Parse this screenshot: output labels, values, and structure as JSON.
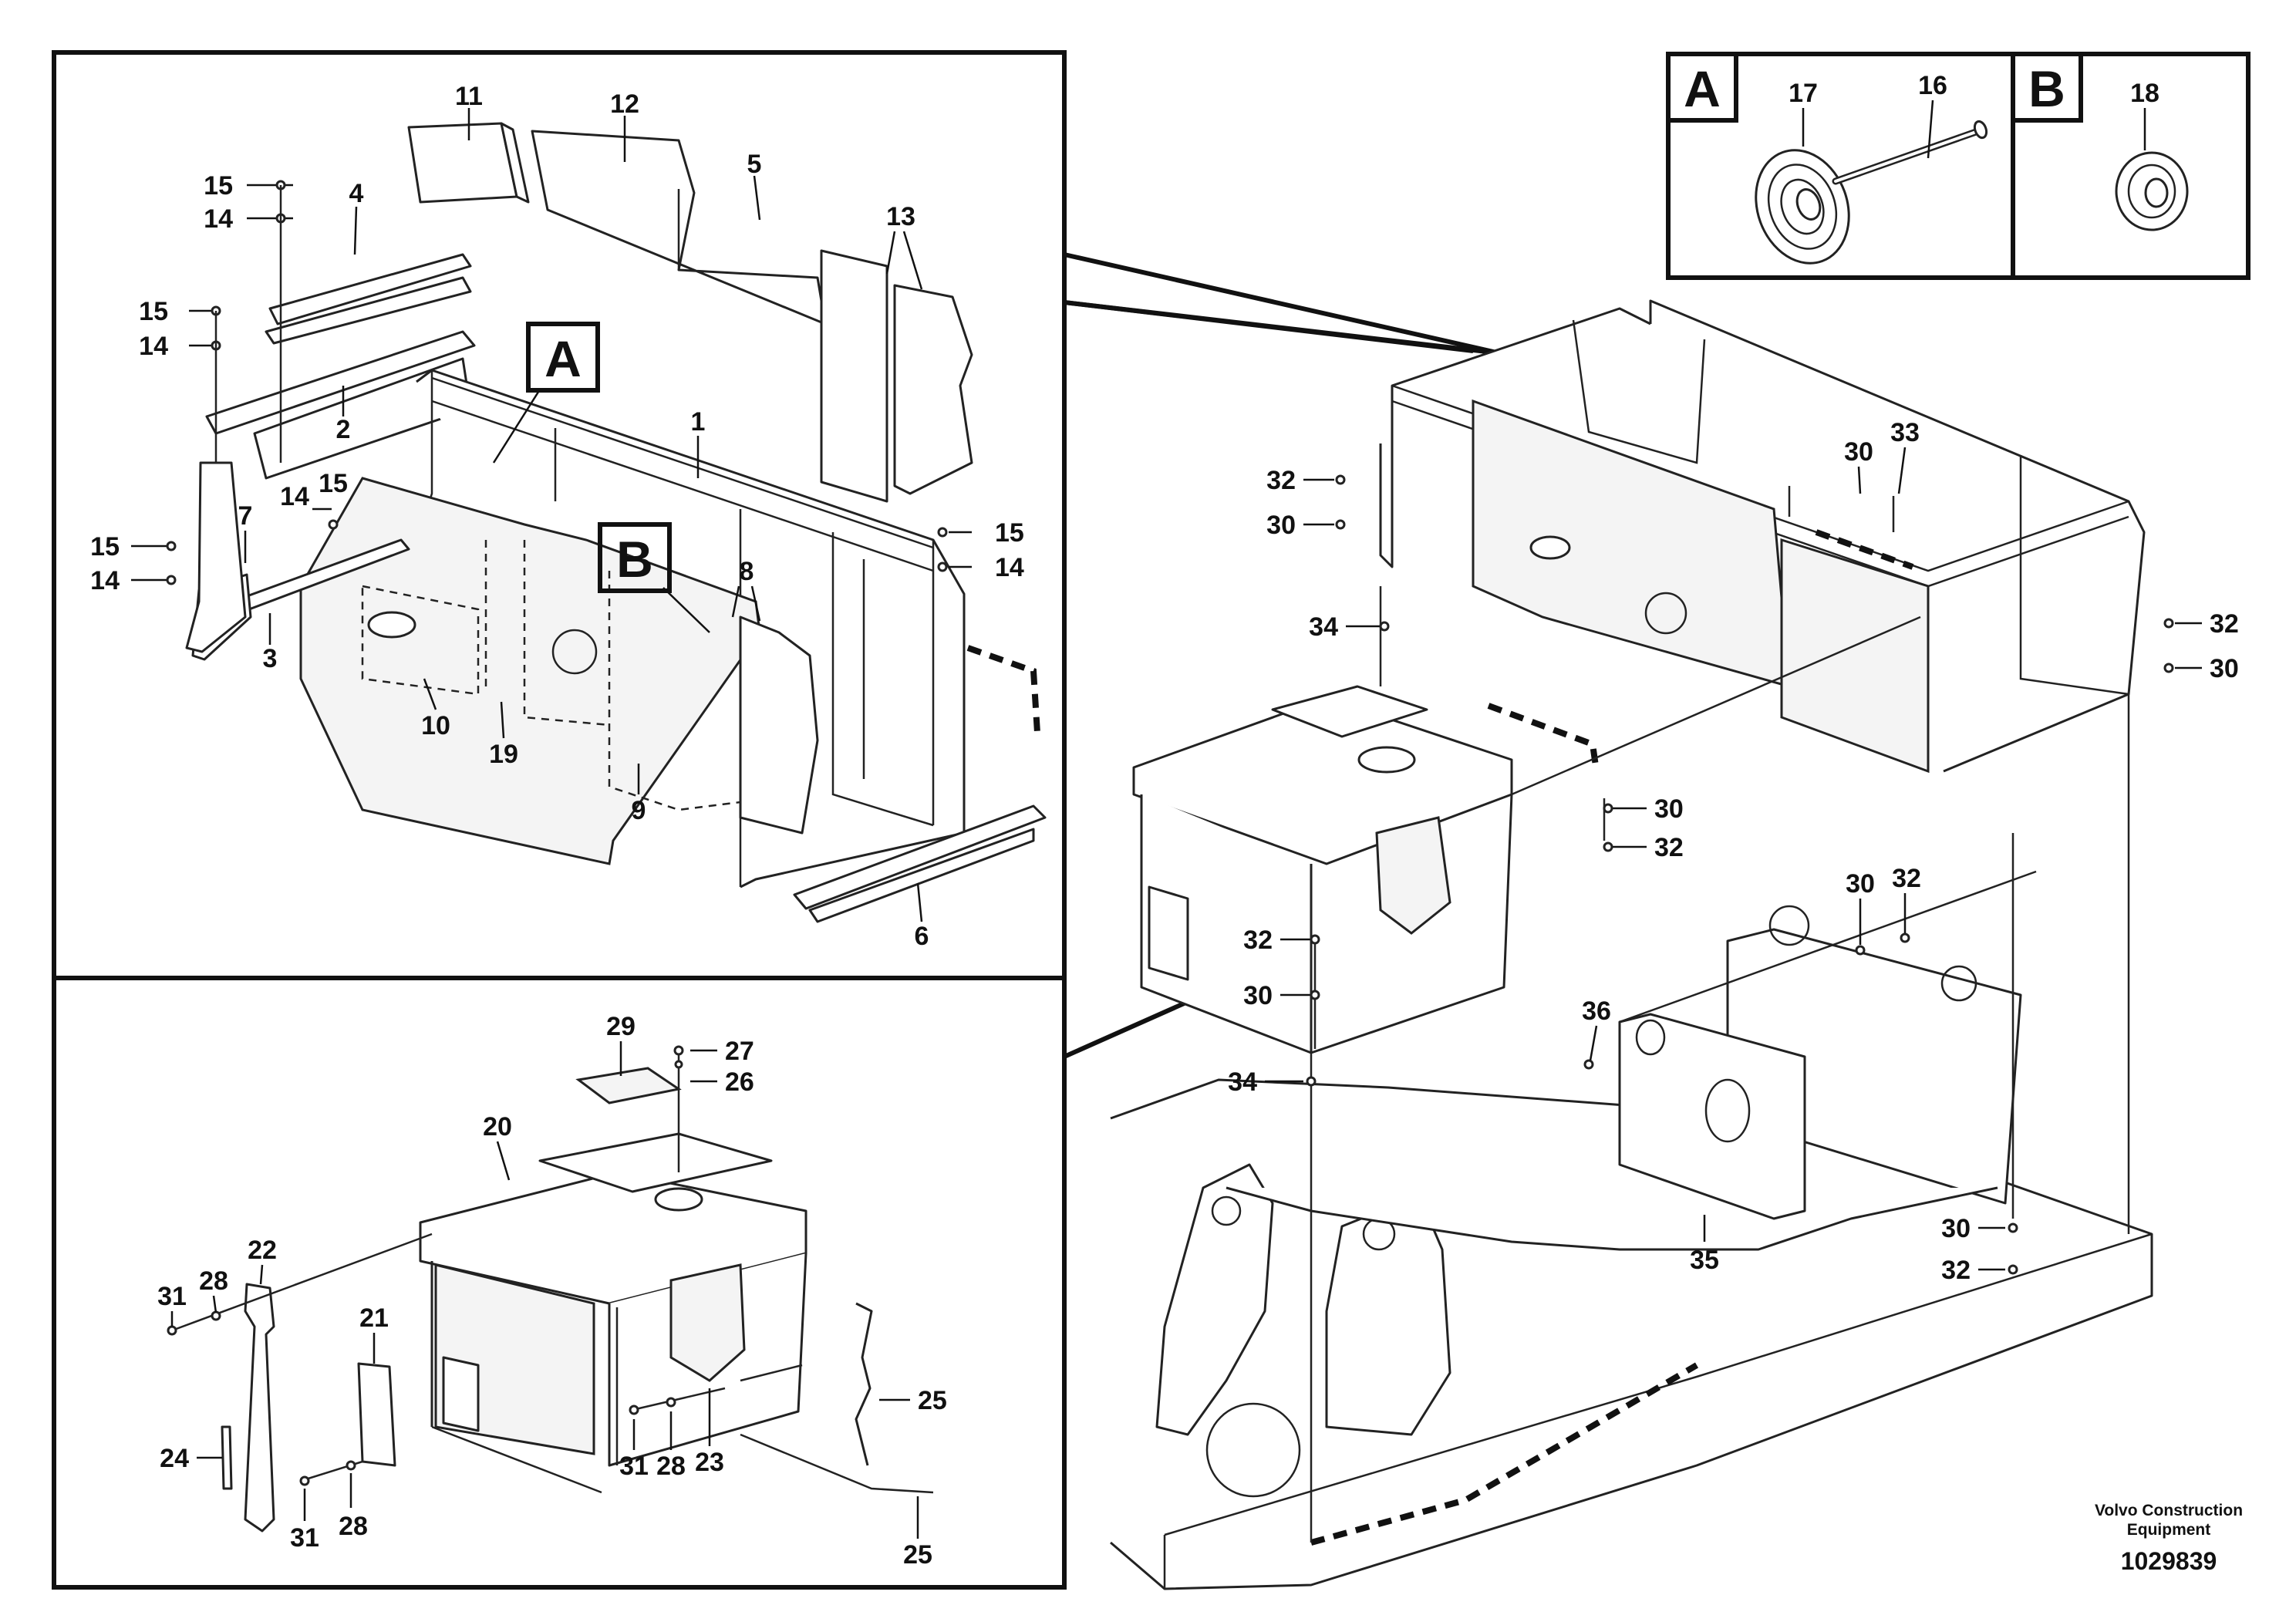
{
  "title_block": {
    "brand_line1": "Volvo Construction",
    "brand_line2": "Equipment",
    "document_number": "1029839"
  },
  "detail_views": [
    {
      "letter": "A",
      "parts": [
        "17",
        "16"
      ]
    },
    {
      "letter": "B",
      "parts": [
        "18"
      ]
    }
  ],
  "view_markers": [
    "A",
    "B"
  ],
  "callouts": {
    "upper_left": [
      "11",
      "12",
      "5",
      "13",
      "15",
      "4",
      "14",
      "15",
      "14",
      "2",
      "1",
      "7",
      "14",
      "15",
      "15",
      "14",
      "3",
      "8",
      "15",
      "14",
      "10",
      "19",
      "9",
      "6"
    ],
    "lower_left": [
      "29",
      "27",
      "26",
      "20",
      "22",
      "28",
      "31",
      "21",
      "24",
      "25",
      "31",
      "28",
      "23",
      "25",
      "31",
      "28"
    ],
    "right": [
      "32",
      "30",
      "30",
      "33",
      "34",
      "32",
      "30",
      "30",
      "32",
      "32",
      "30",
      "30",
      "32",
      "36",
      "34",
      "35",
      "30",
      "32"
    ]
  },
  "colors": {
    "line": "#111111",
    "background": "#ffffff"
  }
}
